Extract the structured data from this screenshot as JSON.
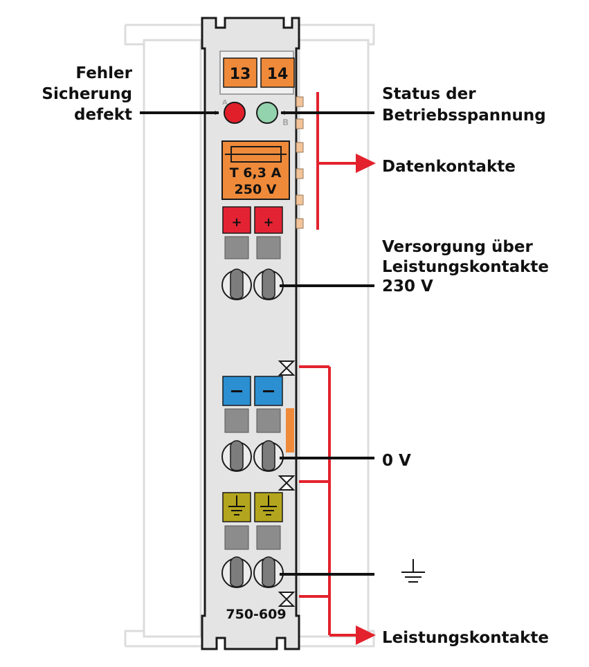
{
  "module": {
    "terminal_numbers": [
      "13",
      "14"
    ],
    "led_letters": [
      "A",
      "B"
    ],
    "fuse_lines": [
      "T 6,3 A",
      "250 V"
    ],
    "plus_sign": "+",
    "minus_sign": "–",
    "model": "750-609"
  },
  "labels": {
    "fault_line1": "Fehler",
    "fault_line2": "Sicherung",
    "fault_line3": "defekt",
    "status_line1": "Status der",
    "status_line2": "Betriebsspannung",
    "data_contacts": "Datenkontakte",
    "supply_line1": "Versorgung über",
    "supply_line2": "Leistungskontakte",
    "supply_line3": "230 V",
    "zero_volt": "0 V",
    "power_contacts": "Leistungskontakte"
  },
  "colors": {
    "housing": "#e4e4e4",
    "orange": "#ee8a3a",
    "red_led": "#e11f2b",
    "green_led": "#93d3ad",
    "plus_red": "#e32333",
    "minus_blue": "#2b8fd1",
    "ground_olive": "#b3a51d",
    "callout_red": "#e3222d",
    "arrow_black": "#111111"
  },
  "icons": [
    "ground-symbol-icon",
    "plus-icon",
    "minus-icon"
  ]
}
